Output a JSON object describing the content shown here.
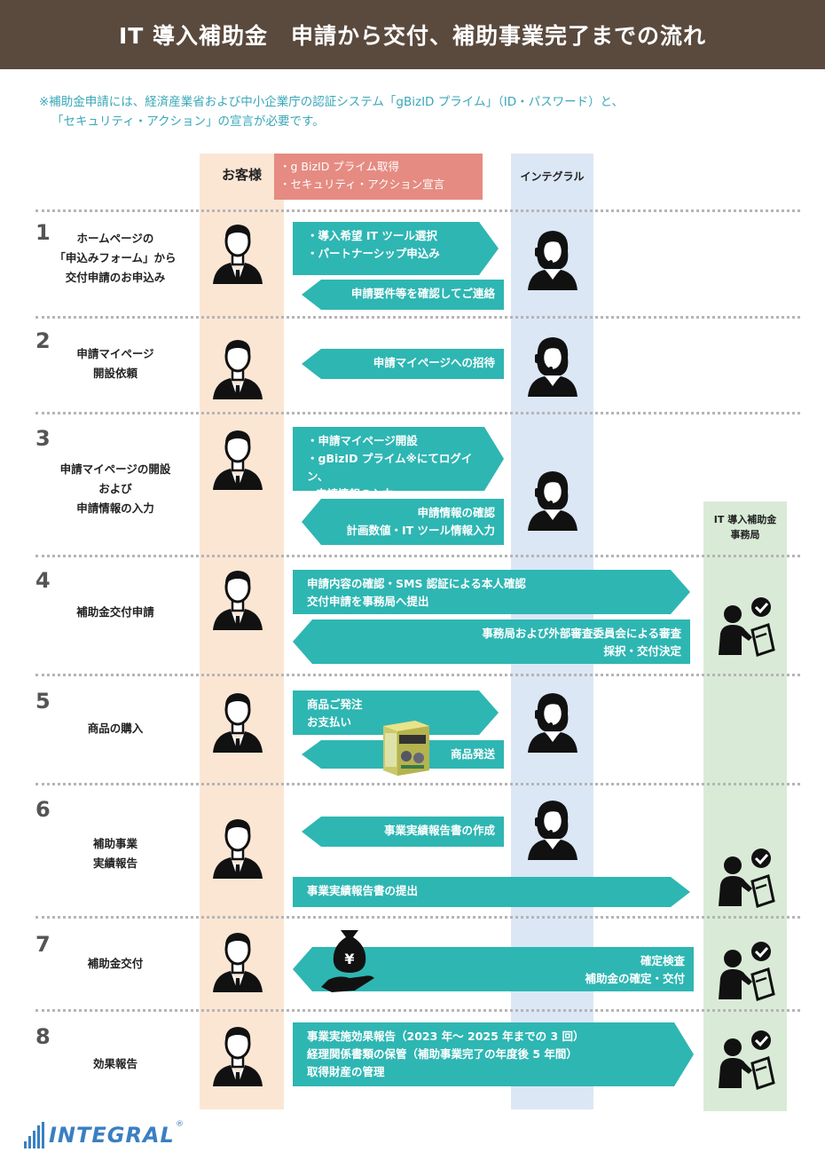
{
  "title": "IT 導入補助金　申請から交付、補助事業完了までの流れ",
  "note": {
    "line1": "※補助金申請には、経済産業省および中小企業庁の認証システム「gBizID プライム」（ID・パスワード）と、",
    "line2": "「セキュリティ・アクション」の宣言が必要です。"
  },
  "columns": {
    "customer": "お客様",
    "integral": "インテグラル",
    "office_line1": "IT 導入補助金",
    "office_line2": "事務局"
  },
  "prerequisites": [
    "・g BizID プライム取得",
    "・セキュリティ・アクション宣言"
  ],
  "steps": [
    {
      "num": "1",
      "label": [
        "ホームページの",
        "「申込みフォーム」から",
        "交付申請のお申込み"
      ],
      "arrow1": [
        "・導入希望 IT ツール選択",
        "・パートナーシップ申込み"
      ],
      "arrow2": [
        "申請要件等を確認してご連絡"
      ]
    },
    {
      "num": "2",
      "label": [
        "申請マイページ",
        "開設依頼"
      ],
      "arrow1": [
        "申請マイページへの招待"
      ]
    },
    {
      "num": "3",
      "label": [
        "申請マイページの開設",
        "および",
        "申請情報の入力"
      ],
      "arrow1": [
        "・申請マイページ開設",
        "・gBizID プライム※にてログイン、",
        "  申請情報の入力"
      ],
      "arrow2": [
        "申請情報の確認",
        "計画数値・IT ツール情報入力"
      ]
    },
    {
      "num": "4",
      "label": [
        "補助金交付申請"
      ],
      "arrow1": [
        "申請内容の確認・SMS 認証による本人確認",
        "交付申請を事務局へ提出"
      ],
      "arrow2": [
        "事務局および外部審査委員会による審査",
        "採択・交付決定"
      ]
    },
    {
      "num": "5",
      "label": [
        "商品の購入"
      ],
      "arrow1": [
        "商品ご発注",
        "お支払い"
      ],
      "arrow2": [
        "商品発送"
      ]
    },
    {
      "num": "6",
      "label": [
        "補助事業",
        "実績報告"
      ],
      "arrow1": [
        "事業実績報告書の作成"
      ],
      "arrow2": [
        "事業実績報告書の提出"
      ]
    },
    {
      "num": "7",
      "label": [
        "補助金交付"
      ],
      "arrow1": [
        "確定検査",
        "補助金の確定・交付"
      ]
    },
    {
      "num": "8",
      "label": [
        "効果報告"
      ],
      "arrow1": [
        "事業実施効果報告（2023 年～ 2025 年までの 3 回）",
        "経理関係書類の保管（補助事業完了の年度後 5 年間）",
        "取得財産の管理"
      ]
    }
  ],
  "icons": {
    "customer": "businessman-icon",
    "integral": "operator-headset-icon",
    "office": "reviewer-check-icon",
    "product": "software-box-icon",
    "money": "yen-moneybag-hand-icon"
  },
  "logo": {
    "text": "INTEGRAL",
    "mark": "®"
  },
  "colors": {
    "header": "#5a4a3e",
    "arrow": "#2eb6b3",
    "note": "#3aa7b8",
    "prereq": "#e58b82",
    "customer_col": "#fbe6d4",
    "integral_col": "#dbe7f5",
    "office_col": "#d9ebd7"
  }
}
